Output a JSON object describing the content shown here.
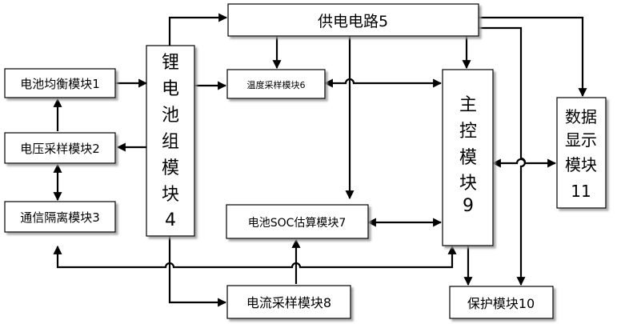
{
  "blocks": {
    "power_supply": "供电电路5",
    "battery_balance": "电池均衡模块1",
    "voltage_sampling": "电压采样模块2",
    "comm_isolation": "通信隔离模块3",
    "lithium_pack": [
      "锂",
      "电",
      "池",
      "组",
      "模",
      "块",
      "4"
    ],
    "temp_sampling": "温度采样模块6",
    "soc_estimation": "电池SOC估算模块7",
    "current_sampling": "电流采样模块8",
    "main_control": [
      "主",
      "控",
      "模",
      "块",
      "9"
    ],
    "protection": "保护模块10",
    "data_display": [
      "数据",
      "显示",
      "模块",
      "11"
    ]
  }
}
